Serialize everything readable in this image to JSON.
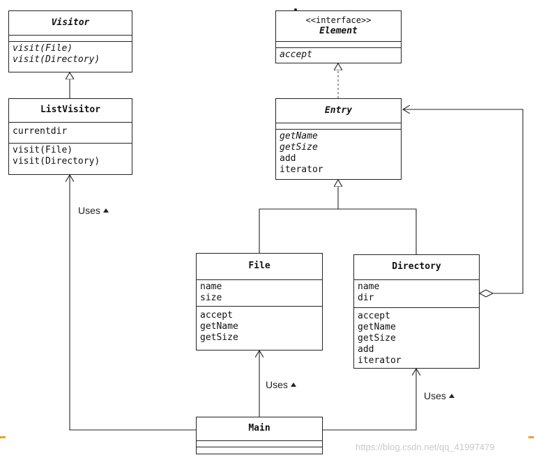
{
  "classes": {
    "visitor": {
      "name": "Visitor",
      "methods": [
        "visit(File)",
        "visit(Directory)"
      ]
    },
    "listvisitor": {
      "name": "ListVisitor",
      "fields": [
        "currentdir"
      ],
      "methods": [
        "visit(File)",
        "visit(Directory)"
      ]
    },
    "element": {
      "stereotype": "<<interface>>",
      "name": "Element",
      "methods": [
        "accept"
      ]
    },
    "entry": {
      "name": "Entry",
      "methods": [
        "getName",
        "getSize",
        "add",
        "iterator"
      ]
    },
    "file": {
      "name": "File",
      "fields": [
        "name",
        "size"
      ],
      "methods": [
        "accept",
        "getName",
        "getSize"
      ]
    },
    "directory": {
      "name": "Directory",
      "fields": [
        "name",
        "dir"
      ],
      "methods": [
        "accept",
        "getName",
        "getSize",
        "add",
        "iterator"
      ]
    },
    "main": {
      "name": "Main"
    }
  },
  "labels": {
    "uses": "Uses"
  },
  "watermark": "https://blog.csdn.net/qq_41997479"
}
